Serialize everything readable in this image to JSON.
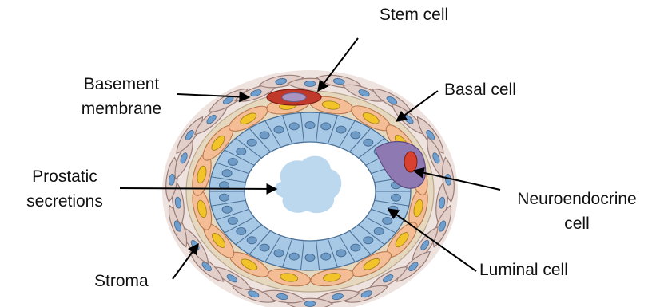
{
  "labels": {
    "stem_cell": "Stem cell",
    "basement_membrane": [
      "Basement",
      "membrane"
    ],
    "basal_cell": "Basal cell",
    "prostatic_secretions": [
      "Prostatic",
      "secretions"
    ],
    "neuroendocrine_cell": [
      "Neuroendocrine",
      "cell"
    ],
    "luminal_cell": "Luminal cell",
    "stroma": "Stroma"
  },
  "colors": {
    "stroma_cell_fill": "#e3cfc9",
    "stroma_cell_stroke": "#9a7d78",
    "stroma_nucleus": "#6f9fcf",
    "basement_membrane": "#e6d7bf",
    "basal_cell_fill": "#f5bd95",
    "basal_nucleus": "#f2c42a",
    "luminal_cell_fill": "#a8c9e6",
    "luminal_stroke": "#4a6f96",
    "luminal_nucleus": "#6e9cc7",
    "secretion": "#bcd8ee",
    "stem_cell_fill": "#c0392b",
    "stem_nucleus": "#a895c2",
    "neuroendocrine_fill": "#8e79b3",
    "neuroendocrine_nucleus": "#d8402f"
  }
}
